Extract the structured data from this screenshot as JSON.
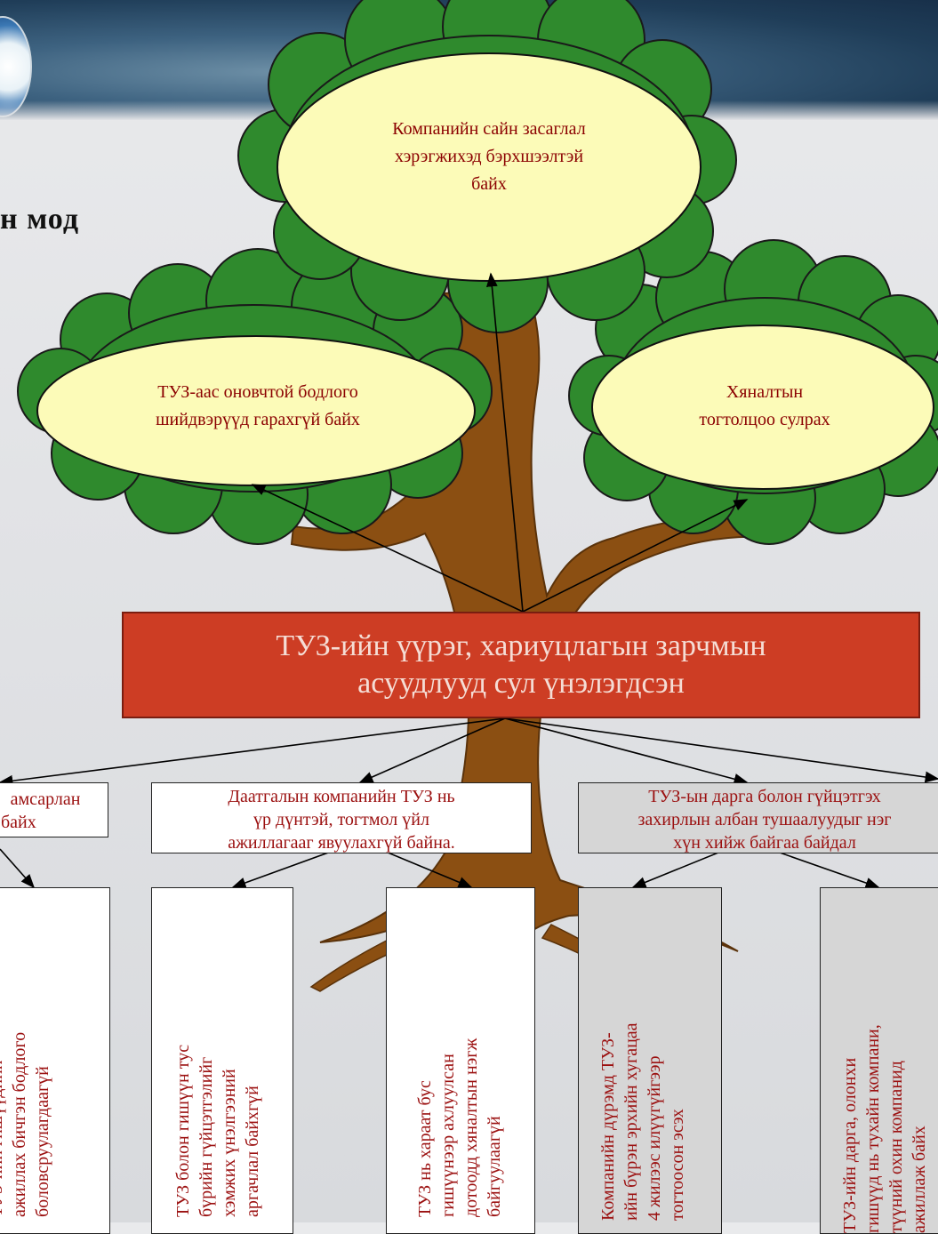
{
  "title": "н мод",
  "top_ellipse": {
    "lines": [
      "Компанийн  сайн засаглал",
      "хэрэгжихэд бэрхшээлтэй",
      "байх"
    ]
  },
  "left_ellipse": {
    "lines": [
      "ТУЗ-аас оновчтой бодлого",
      "шийдвэрүүд гарахгүй байх"
    ]
  },
  "right_ellipse": {
    "lines": [
      "Хяналтын",
      "тогтолцоо сулрах"
    ]
  },
  "main_box": {
    "lines": [
      "ТУЗ-ийн үүрэг, хариуцлагын зарчмын",
      "асуудлууд сул үнэлэгдсэн"
    ]
  },
  "mid_boxes": {
    "left": [
      "амсарлан",
      "байх"
    ],
    "center": [
      "Даатгалын компанийн ТУЗ нь",
      "үр дүнтэй, тогтмол үйл",
      "ажиллагааг явуулахгүй байна."
    ],
    "right": [
      "ТУЗ-ын дарга болон гүйцэтгэх",
      "захирлын албан тушаалуудыг нэг",
      "хүн хийж байгаа байдал"
    ]
  },
  "bottom_boxes": [
    {
      "text": "ТУЗ-ийн гишүүдийн\nажиллах бичгэн бодлого\nболовсруулагдаагүй"
    },
    {
      "text": "ТУЗ болон гишүүн тус\nбүрийн гүйцэтгэлийг\nхэмжих үнэлгээний\nаргачлал байхгүй"
    },
    {
      "text": "ТУЗ нь хараат бус\nгишүүнээр ахлуулсан\nдотоодд хяналтын нэгж\nбайгуулаагүй"
    },
    {
      "text": "Компанийн дүрэмд ТУЗ-\nийн бүрэн эрхийн хугацаа\n4 жилээс илүүгүйгээр\nтогтоосон эсэх"
    },
    {
      "text": "ТУЗ-ийн дарга, олонхи\nгишүүд нь тухайн компани,\nтүүний охин компанид\nажиллаж байх"
    }
  ],
  "colors": {
    "canopy": "#2f8a2d",
    "canopy_edge": "#1a1a1a",
    "ellipse_fill": "#fcfbb8",
    "trunk": "#8b4f12",
    "main_box": "#cd3d24",
    "text_red": "#9b1010",
    "box_white": "#ffffff",
    "box_gray": "#d6d6d6"
  }
}
